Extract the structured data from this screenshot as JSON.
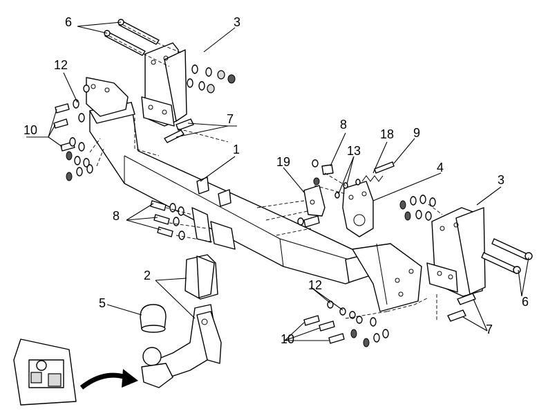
{
  "labels": {
    "l1": "1",
    "l2": "2",
    "l3a": "3",
    "l3b": "3",
    "l4": "4",
    "l5": "5",
    "l6a": "6",
    "l6b": "6",
    "l7a": "7",
    "l7b": "7",
    "l8a": "8",
    "l8b": "8",
    "l9": "9",
    "l10a": "10",
    "l10b": "10",
    "l12a": "12",
    "l12b": "12",
    "l13": "13",
    "l18": "18",
    "l19": "19"
  }
}
